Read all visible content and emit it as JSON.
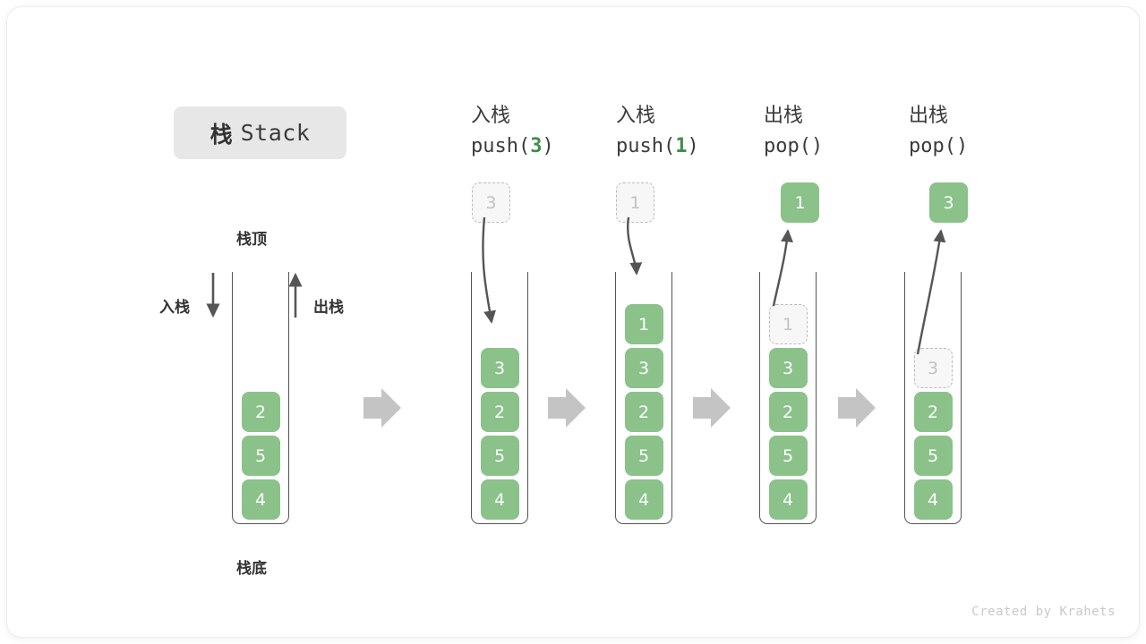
{
  "title": {
    "cn": "栈",
    "en": "Stack"
  },
  "labels": {
    "top": "栈顶",
    "bottom": "栈底",
    "push_side": "入栈",
    "pop_side": "出栈"
  },
  "footer": "Created by Krahets",
  "colors": {
    "element": "#8ac28a",
    "ghost_fill": "#f7f7f7",
    "ghost_border": "#bdbdbd",
    "ghost_text": "#c2c2c2",
    "accent_text": "#3f8e4c",
    "arrow": "#555555",
    "step_arrow": "#c4c4c4",
    "badge_bg": "#e7e7e7"
  },
  "initial_stack": {
    "name": "initial",
    "cells": [
      "4",
      "5",
      "2"
    ]
  },
  "steps": [
    {
      "op": "push",
      "head_line1": "入栈",
      "head_line2_pre": "push(",
      "head_line2_arg": "3",
      "head_line2_post": ")",
      "float_value": "3",
      "float_style": "ghost",
      "cells": [
        {
          "value": "4",
          "style": "solid"
        },
        {
          "value": "5",
          "style": "solid"
        },
        {
          "value": "2",
          "style": "solid"
        },
        {
          "value": "3",
          "style": "solid"
        }
      ]
    },
    {
      "op": "push",
      "head_line1": "入栈",
      "head_line2_pre": "push(",
      "head_line2_arg": "1",
      "head_line2_post": ")",
      "float_value": "1",
      "float_style": "ghost",
      "cells": [
        {
          "value": "4",
          "style": "solid"
        },
        {
          "value": "5",
          "style": "solid"
        },
        {
          "value": "2",
          "style": "solid"
        },
        {
          "value": "3",
          "style": "solid"
        },
        {
          "value": "1",
          "style": "solid"
        }
      ]
    },
    {
      "op": "pop",
      "head_line1": "出栈",
      "head_line2_pre": "pop(",
      "head_line2_arg": "",
      "head_line2_post": ")",
      "float_value": "1",
      "float_style": "solid",
      "cells": [
        {
          "value": "4",
          "style": "solid"
        },
        {
          "value": "5",
          "style": "solid"
        },
        {
          "value": "2",
          "style": "solid"
        },
        {
          "value": "3",
          "style": "solid"
        },
        {
          "value": "1",
          "style": "ghost"
        }
      ]
    },
    {
      "op": "pop",
      "head_line1": "出栈",
      "head_line2_pre": "pop(",
      "head_line2_arg": "",
      "head_line2_post": ")",
      "float_value": "3",
      "float_style": "solid",
      "cells": [
        {
          "value": "4",
          "style": "solid"
        },
        {
          "value": "5",
          "style": "solid"
        },
        {
          "value": "2",
          "style": "solid"
        },
        {
          "value": "3",
          "style": "ghost"
        }
      ]
    }
  ]
}
